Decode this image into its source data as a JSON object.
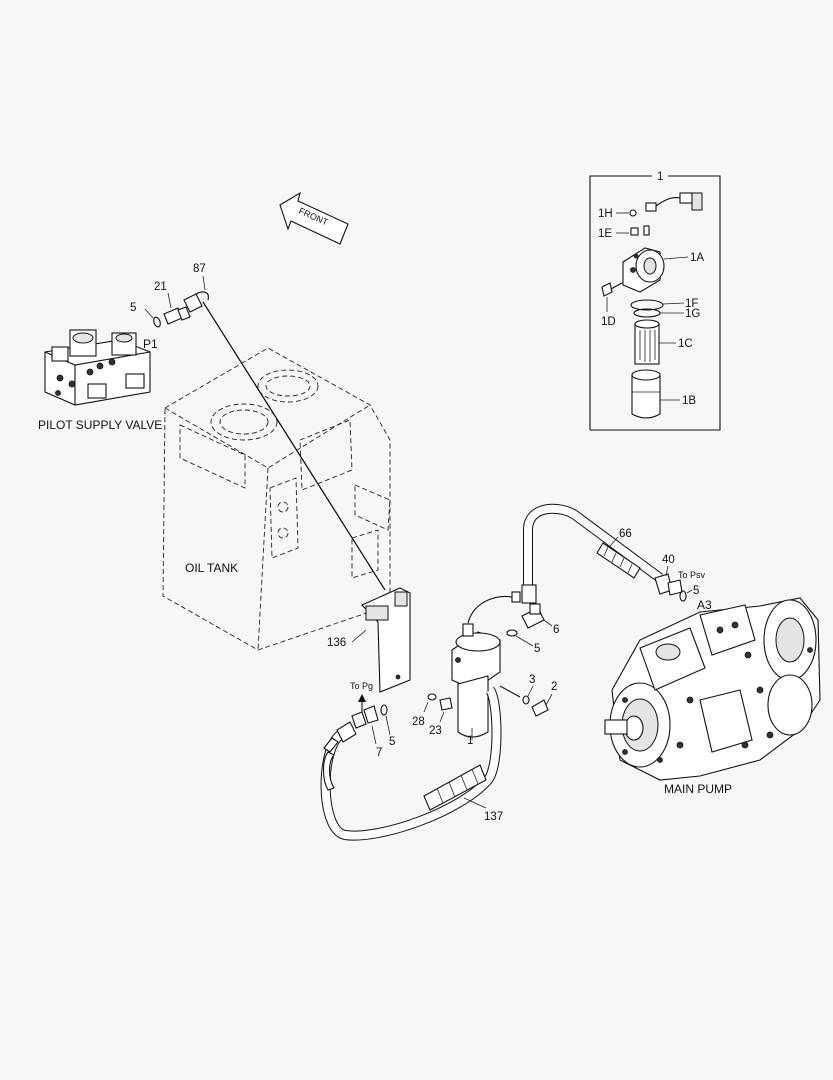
{
  "labels": {
    "front": "FRONT",
    "pilot_supply_valve": "PILOT SUPPLY VALVE",
    "oil_tank": "OIL TANK",
    "main_pump": "MAIN PUMP",
    "to_pg": "To Pg",
    "to_psv": "To Psv",
    "port_p1": "P1",
    "port_a3": "A3"
  },
  "callouts": {
    "c87": "87",
    "c21": "21",
    "c5_top": "5",
    "c66": "66",
    "c40": "40",
    "c5_right": "5",
    "c6": "6",
    "c5_mid": "5",
    "c136": "136",
    "c3": "3",
    "c2": "2",
    "c28": "28",
    "c23": "23",
    "c1": "1",
    "c5_low": "5",
    "c7": "7",
    "c137": "137"
  },
  "inset": {
    "title": "1",
    "c1H": "1H",
    "c1E": "1E",
    "c1A": "1A",
    "c1D": "1D",
    "c1F": "1F",
    "c1G": "1G",
    "c1C": "1C",
    "c1B": "1B"
  }
}
